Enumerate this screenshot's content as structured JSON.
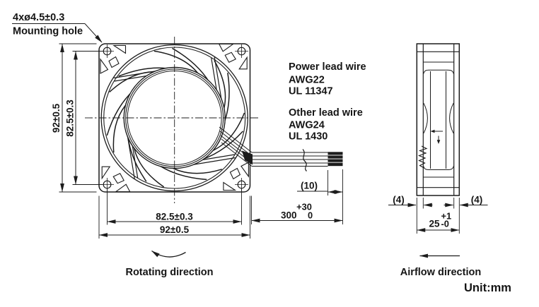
{
  "callout": {
    "line1": "4xø4.5±0.3",
    "line2": "Mounting hole"
  },
  "front": {
    "dim_height": "92±0.5",
    "dim_hole_pitch_left": "82.5±0.3",
    "dim_hole_pitch_bottom": "82.5±0.3",
    "dim_width": "92±0.5",
    "rotating_label": "Rotating direction"
  },
  "leads": {
    "power": [
      "Power lead wire",
      "AWG22",
      "UL 11347"
    ],
    "other": [
      "Other lead wire",
      "AWG24",
      "UL 1430"
    ],
    "dim_strip": "(10)",
    "dim_length": "300",
    "tol_plus": "+30",
    "tol_zero": "0"
  },
  "side": {
    "dim_flange_left": "(4)",
    "dim_flange_right": "(4)",
    "dim_depth": "25",
    "tol_plus": "+1",
    "tol_minus": "-0",
    "airflow_label": "Airflow direction"
  },
  "unit": "Unit:mm"
}
